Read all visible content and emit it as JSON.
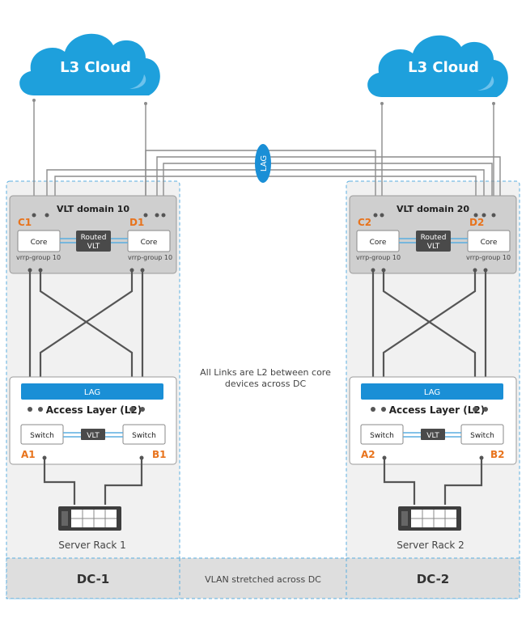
{
  "clouds": {
    "left_label": "L3 Cloud",
    "right_label": "L3 Cloud"
  },
  "center_lag_label": "LAG",
  "dc1": {
    "domain_title": "VLT domain 10",
    "core_left": {
      "node": "C1",
      "label": "Core",
      "vrrp": "vrrp-group 10"
    },
    "core_right": {
      "node": "D1",
      "label": "Core",
      "vrrp": "vrrp-group 10"
    },
    "routed_vlt": [
      "Routed",
      "VLT"
    ],
    "access_lag": "LAG",
    "access_title": "Access Layer (L2)",
    "switch_left": {
      "node": "A1",
      "label": "Switch"
    },
    "switch_right": {
      "node": "B1",
      "label": "Switch"
    },
    "vlt_label": "VLT",
    "server_label": "Server Rack 1",
    "dc_label": "DC-1"
  },
  "dc2": {
    "domain_title": "VLT domain 20",
    "core_left": {
      "node": "C2",
      "label": "Core",
      "vrrp": "vrrp-group 10"
    },
    "core_right": {
      "node": "D2",
      "label": "Core",
      "vrrp": "vrrp-group 10"
    },
    "routed_vlt": [
      "Routed",
      "VLT"
    ],
    "access_lag": "LAG",
    "access_title": "Access Layer (L2)",
    "switch_left": {
      "node": "A2",
      "label": "Switch"
    },
    "switch_right": {
      "node": "B2",
      "label": "Switch"
    },
    "vlt_label": "VLT",
    "server_label": "Server Rack 2",
    "dc_label": "DC-2"
  },
  "middle_note": [
    "All Links are L2 between core",
    "devices across DC"
  ],
  "vlan_note": "VLAN stretched across DC",
  "colors": {
    "cloud_blue": "#1ea0dc",
    "lag_blue": "#1a8fd6",
    "node_orange": "#e8731c",
    "dark_box": "#4a4a4a",
    "dc_border": "#5aaee0"
  }
}
